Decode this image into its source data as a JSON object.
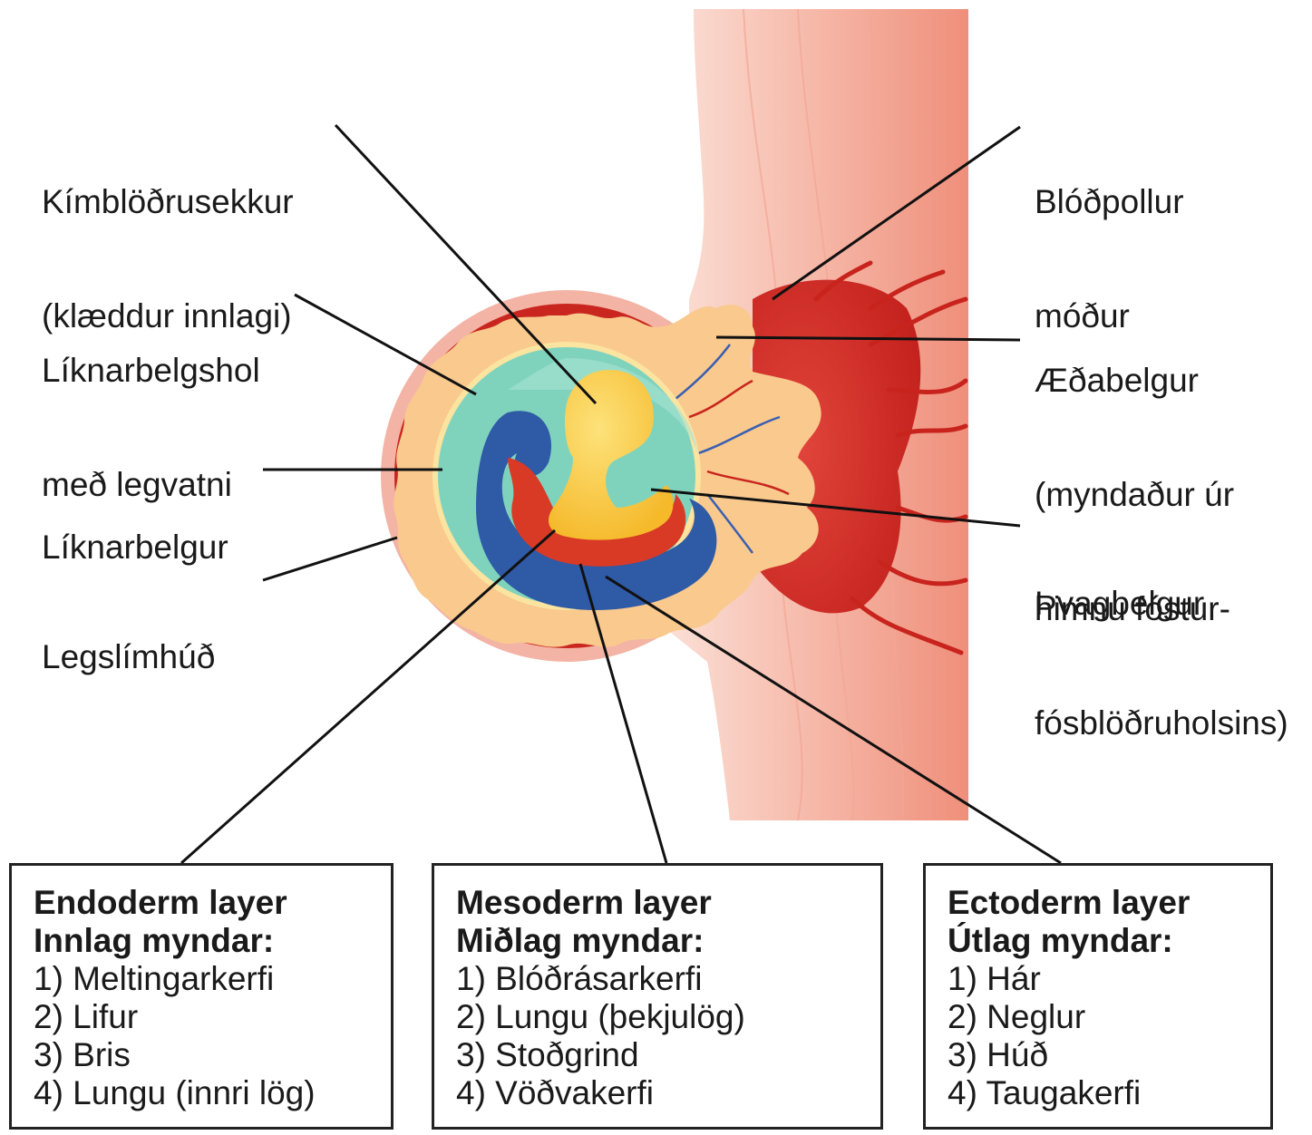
{
  "labels": {
    "yolk_sac": [
      "Kímblöðrusekkur",
      "(klæddur innlagi)"
    ],
    "amniotic_cavity": [
      "Líknarbelgshol",
      "með legvatni"
    ],
    "amnion": [
      "Líknarbelgur"
    ],
    "endometrium": [
      "Legslímhúð"
    ],
    "maternal_blood_pool": [
      "Blóðpollur",
      "móður"
    ],
    "chorion": [
      "Æðabelgur",
      "(myndaður úr",
      "himnu fóstur-",
      "fósblöðruholsins)"
    ],
    "allantois": [
      "Þvagbelgur"
    ]
  },
  "boxes": {
    "endoderm": {
      "title": "Endoderm layer",
      "subtitle": "Innlag myndar:",
      "items": [
        "1) Meltingarkerfi",
        "2) Lifur",
        "3) Bris",
        "4) Lungu (innri lög)"
      ]
    },
    "mesoderm": {
      "title": "Mesoderm layer",
      "subtitle": "Miðlag myndar:",
      "items": [
        "1) Blóðrásarkerfi",
        "2) Lungu (þekjulög)",
        "3) Stoðgrind",
        "4) Vöðvakerfi"
      ]
    },
    "ectoderm": {
      "title": "Ectoderm layer",
      "subtitle": "Útlag myndar:",
      "items": [
        "1) Hár",
        "2) Neglur",
        "3) Húð",
        "4) Taugakerfi"
      ]
    }
  },
  "colors": {
    "uterine_wall": "#f3a796",
    "endometrium": "#f2b5a6",
    "decidua_red": "#c9261f",
    "chorion_villi": "#f9c98e",
    "amniotic_fluid": "#7fd3bd",
    "ectoderm_blue": "#2f5aa6",
    "endoderm_yellow": "#f7c637",
    "mesoderm_red": "#d83a25"
  }
}
